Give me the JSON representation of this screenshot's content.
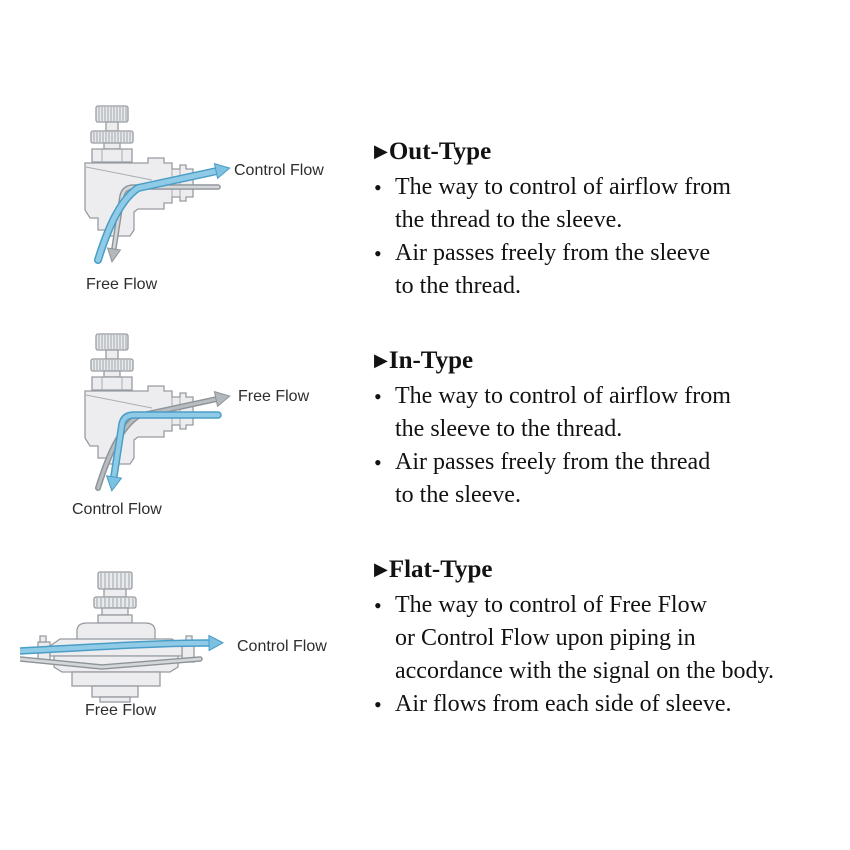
{
  "page": {
    "background": "#ffffff"
  },
  "glyphs": {
    "marker": "▶",
    "bullet": "•"
  },
  "colors": {
    "control_flow_blue_core": "#8fcbe7",
    "control_flow_blue_edge": "#4a9dc6",
    "free_flow_gray_core": "#d4d7d9",
    "free_flow_gray_edge": "#8e9398",
    "valve_body_fill": "#ededef",
    "valve_body_stroke": "#979ba0",
    "text_color": "#121212"
  },
  "sections": [
    {
      "heading": "Out-Type",
      "bullets": [
        "The way to control of airflow from\nthe thread to the sleeve.",
        "Air passes freely from the sleeve\nto the thread."
      ],
      "diagram": {
        "right_label": "Control Flow",
        "bottom_label": "Free Flow",
        "up_right": {
          "edge": "#4a9dc6",
          "core": "#8fcbe7",
          "head": "#7cc0e2",
          "w_edge": 8,
          "w_core": 5
        },
        "down": {
          "edge": "#8e9398",
          "core": "#d4d7d9",
          "head": "#b3b8bd",
          "w_edge": 5.5,
          "w_core": 2.7
        }
      }
    },
    {
      "heading": "In-Type",
      "bullets": [
        "The way to control of airflow from\nthe sleeve to the thread.",
        "Air passes freely from the thread\nto the sleeve."
      ],
      "diagram": {
        "right_label": "Free Flow",
        "bottom_label": "Control Flow",
        "up_right": {
          "edge": "#8e9398",
          "core": "#b8bdc2",
          "head": "#b3b8bd",
          "w_edge": 6,
          "w_core": 3
        },
        "down": {
          "edge": "#4a9dc6",
          "core": "#8fcbe7",
          "head": "#7cc0e2",
          "w_edge": 7.5,
          "w_core": 4.5
        }
      }
    },
    {
      "heading": "Flat-Type",
      "bullets": [
        "The way to control of Free Flow\nor Control Flow upon piping in\naccordance with the signal on the body.",
        "Air flows from each side of sleeve."
      ],
      "diagram": {
        "right_label": "Control Flow",
        "bottom_label": "Free Flow",
        "main": {
          "edge": "#4a9dc6",
          "core": "#8fcbe7",
          "head": "#7cc0e2",
          "w_edge": 7.5,
          "w_core": 4.5
        },
        "secondary": {
          "edge": "#8e9398",
          "core": "#d4d7d9",
          "w_edge": 5.5,
          "w_core": 2.7
        }
      }
    }
  ]
}
